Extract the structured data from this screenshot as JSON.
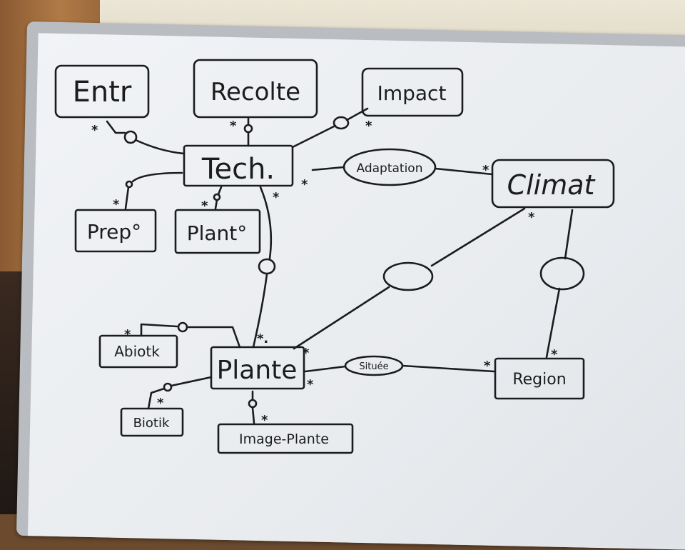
{
  "entities": {
    "entr": "Entr",
    "recolte": "Recolte",
    "impact": "Impact",
    "tech": "Tech.",
    "prep": "Prep°",
    "plant": "Plant°",
    "climat": "Climat",
    "abiotik": "Abiotk",
    "plante": "Plante",
    "biotik": "Biotik",
    "image_plante": "Image-Plante",
    "region": "Region"
  },
  "associations": {
    "adaptation": "Adaptation",
    "situe": "Située"
  },
  "multiplicities": {
    "entr_tech": "*",
    "recolte_tech": "*",
    "impact_tech": "*",
    "prep_tech": "*",
    "plant_tech": "*",
    "tech_adaptation": "*",
    "tech_plante": "*",
    "adaptation_climat": "*",
    "climat_plante": "*",
    "climat_region": "*",
    "abiotik_plante": "*",
    "plante_top": "*.",
    "plante_climat": "*",
    "plante_situe": "*",
    "situe_region": "*",
    "biotik_plante": "*",
    "image_plante": "*"
  }
}
